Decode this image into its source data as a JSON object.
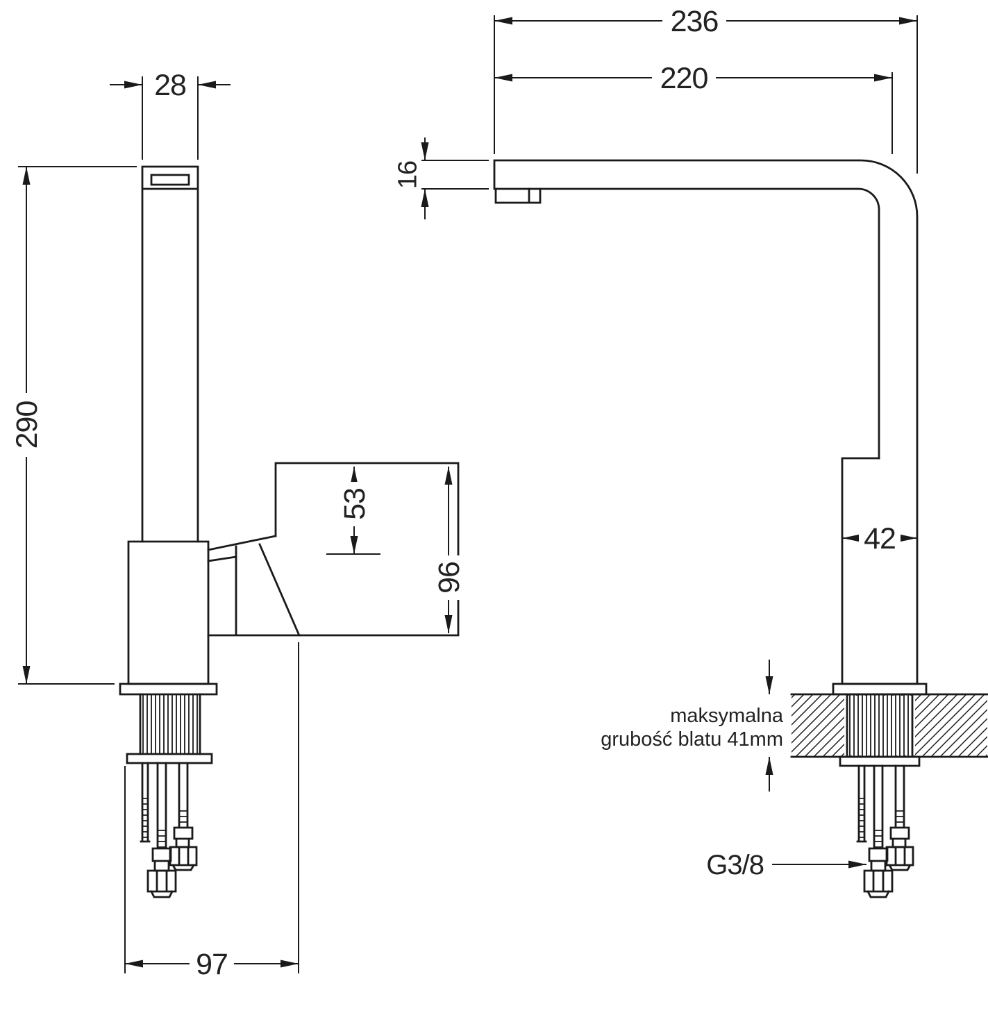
{
  "dims": {
    "spout_top_width": "28",
    "total_height": "290",
    "base_depth": "97",
    "handle_offset": "53",
    "handle_height": "96",
    "total_reach": "236",
    "spout_reach": "220",
    "spout_thickness": "16",
    "body_width": "42"
  },
  "annotations": {
    "thread_size": "G3/8",
    "counter_line1": "maksymalna",
    "counter_line2": "grubość blatu 41mm"
  },
  "colors": {
    "line": "#1a1a1a",
    "text": "#222222",
    "background": "#ffffff"
  }
}
